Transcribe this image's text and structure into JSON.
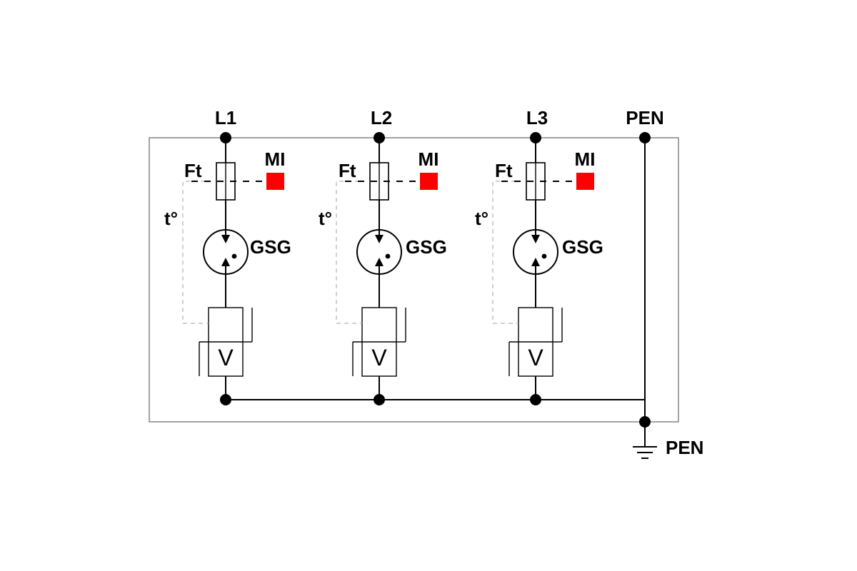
{
  "terminals": {
    "l1": "L1",
    "l2": "L2",
    "l3": "L3",
    "pen_top": "PEN",
    "pen_ground": "PEN"
  },
  "phases": [
    {
      "fuse_label": "Ft",
      "indicator_label": "MI",
      "thermal_label": "t°",
      "gsg_label": "GSG",
      "varistor_label": "V"
    },
    {
      "fuse_label": "Ft",
      "indicator_label": "MI",
      "thermal_label": "t°",
      "gsg_label": "GSG",
      "varistor_label": "V"
    },
    {
      "fuse_label": "Ft",
      "indicator_label": "MI",
      "thermal_label": "t°",
      "gsg_label": "GSG",
      "varistor_label": "V"
    }
  ],
  "colors": {
    "indicator": "#ff0000",
    "line": "#000000",
    "frame": "#666666",
    "thermal_link": "#b5b5b5"
  }
}
